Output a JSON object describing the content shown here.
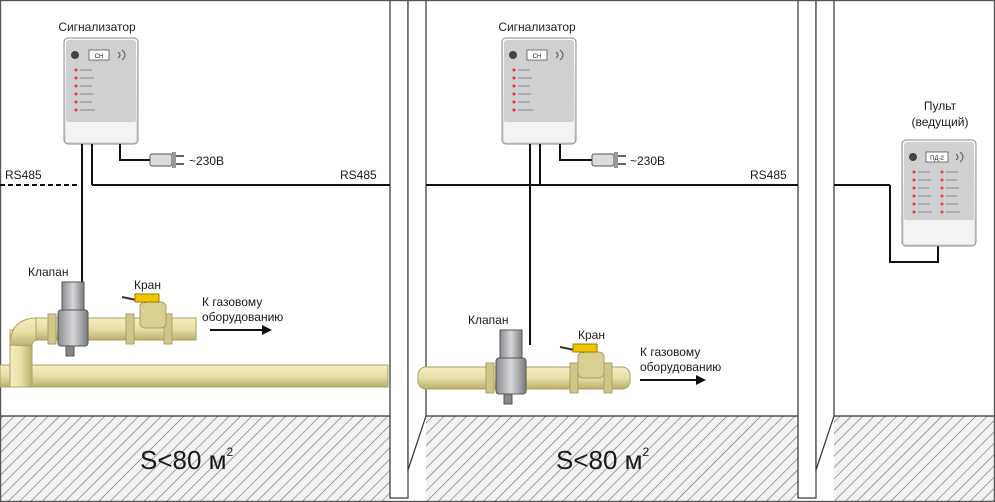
{
  "labels": {
    "signalizer": "Сигнализатор",
    "rs485": "RS485",
    "voltage": "~230В",
    "valve": "Клапан",
    "tap": "Кран",
    "to_equipment_l1": "К газовому",
    "to_equipment_l2": "оборудованию",
    "area": "S<80 м",
    "area_exp": "2",
    "console_l1": "Пульт",
    "console_l2": "(ведущий)",
    "device_code": "СН",
    "console_code": "ПД-2"
  },
  "colors": {
    "pipe": "#e7e0a6",
    "pipe_shadow": "#c8bf7a",
    "device_body": "#efefef",
    "device_panel": "#cfd0d2",
    "led": "#e53935",
    "wall": "#ffffff",
    "wire": "#111111",
    "hatch": "#6b6b6b"
  },
  "icons": [
    "signal-waves-icon",
    "power-plug-icon",
    "arrow-right-icon",
    "gas-logo-icon"
  ]
}
